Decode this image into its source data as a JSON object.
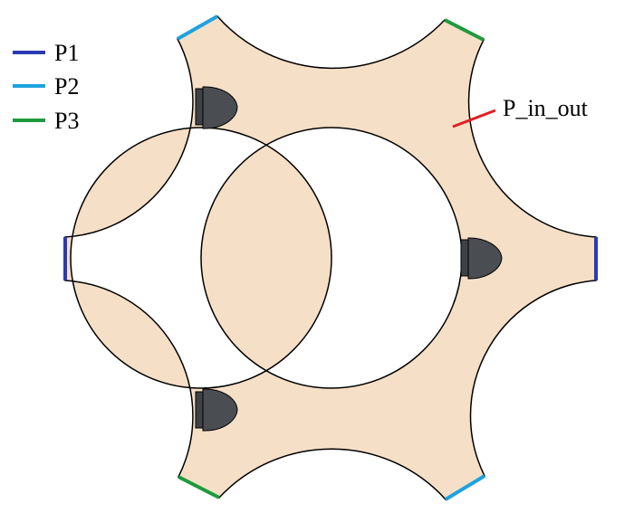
{
  "legend": {
    "items": [
      {
        "label": "P1",
        "color": "#2b3ab3"
      },
      {
        "label": "P2",
        "color": "#1ea2df"
      },
      {
        "label": "P3",
        "color": "#1f9a3c"
      }
    ]
  },
  "annotation": {
    "label": "P_in_out",
    "color": "#e02020"
  },
  "colors": {
    "body_fill": "#f5dfc6",
    "outline": "#000000",
    "knob_fill": "#4a4d52",
    "background": "#ffffff"
  }
}
